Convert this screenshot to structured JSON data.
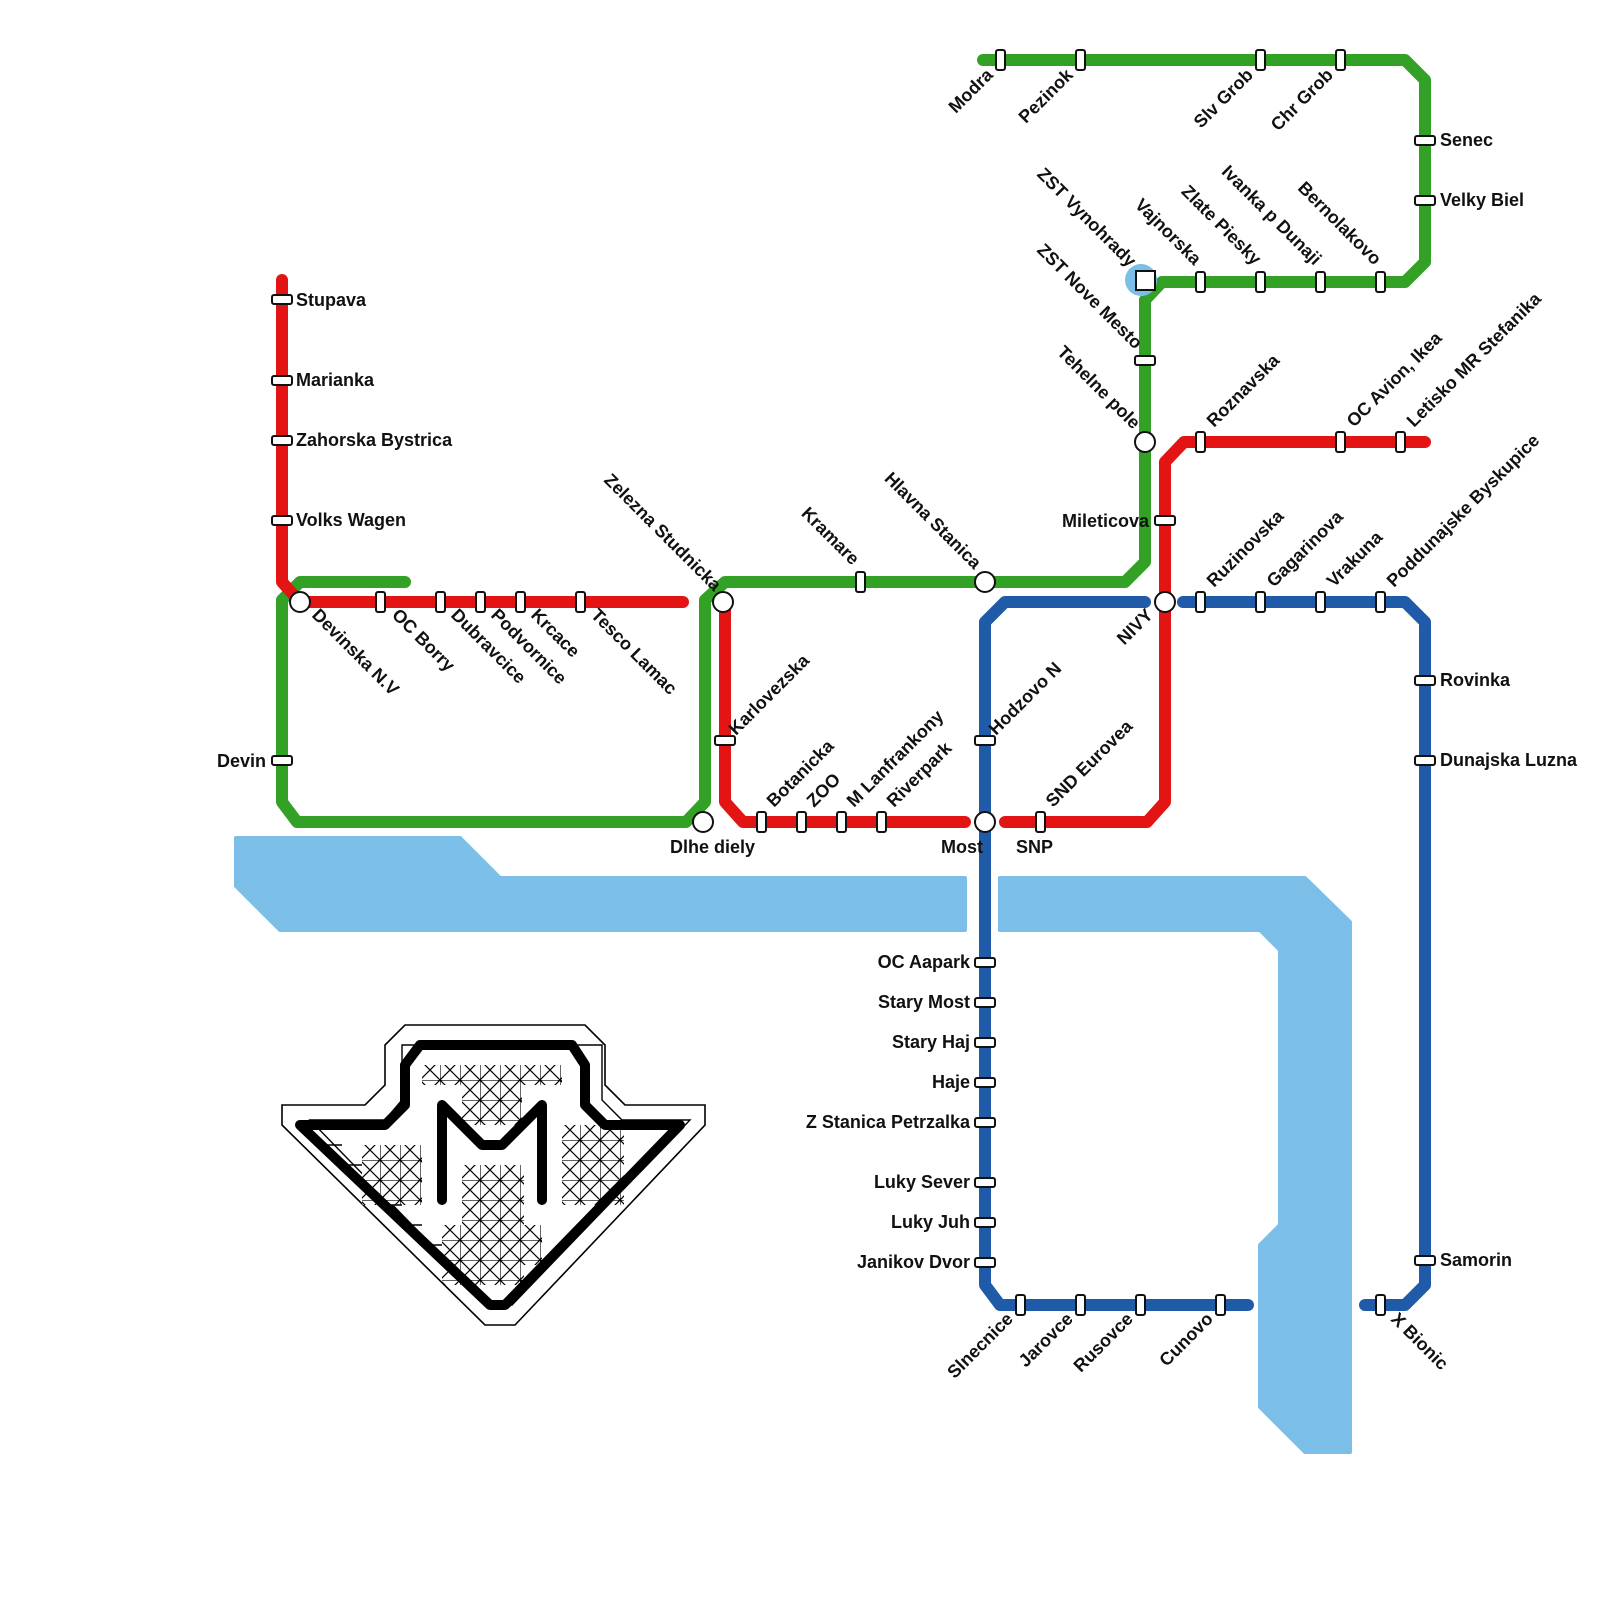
{
  "colors": {
    "red_line": "#e31414",
    "green_line": "#33a125",
    "blue_line": "#1f5ba8",
    "river": "#7bbfe8",
    "logo": "#000000"
  },
  "lines": [
    {
      "id": "red",
      "color": "#e31414"
    },
    {
      "id": "green",
      "color": "#33a125"
    },
    {
      "id": "blue",
      "color": "#1f5ba8"
    }
  ],
  "stations": {
    "stupava": "Stupava",
    "marianka": "Marianka",
    "zahorska_bystrica": "Zahorska Bystrica",
    "volks_wagen": "Volks Wagen",
    "devinska_nv": "Devinska N.V",
    "oc_borry": "OC Borry",
    "dubravcice": "Dubravcice",
    "podvornice": "Podvornice",
    "krcace": "Krcace",
    "tesco_lamac": "Tesco Lamac",
    "devin": "Devin",
    "zelezna_studnicka": "Zelezna Studnicka",
    "karlovezska": "Karlovezska",
    "dlhe_diely": "Dlhe diely",
    "botanicka": "Botanicka",
    "zoo": "ZOO",
    "m_lanfrankony": "M Lanfrankony",
    "riverpark": "Riverpark",
    "kramare": "Kramare",
    "hlavna_stanica": "Hlavna Stanica",
    "most": "Most",
    "snp": "SNP",
    "snd_eurovea": "SND Eurovea",
    "hodzovo_n": "Hodzovo N",
    "nivy": "NIVY",
    "mileticova": "Mileticova",
    "tehelne_pole": "Tehelne pole",
    "zst_nove_mesto": "ZST Nove Mesto",
    "zst_vynohrady": "ZST Vynohrady",
    "vajnorska": "Vajnorska",
    "zlate_piesky": "Zlate Piesky",
    "ivanka_p_dunaji": "Ivanka p Dunaji",
    "bernolakovo": "Bernolakovo",
    "senec": "Senec",
    "velky_biel": "Velky Biel",
    "modra": "Modra",
    "pezinok": "Pezinok",
    "slv_grob": "Slv Grob",
    "chr_grob": "Chr Grob",
    "roznavska": "Roznavska",
    "oc_avion_ikea": "OC Avion, Ikea",
    "letisko_mr_stefanika": "Letisko MR Stefanika",
    "ruzinovska": "Ruzinovska",
    "gagarinova": "Gagarinova",
    "vrakuna": "Vrakuna",
    "poddunajske_byskupice": "Poddunajske Byskupice",
    "rovinka": "Rovinka",
    "dunajska_luzna": "Dunajska Luzna",
    "samorin": "Samorin",
    "x_bionic": "X Bionic",
    "oc_aapark": "OC Aapark",
    "stary_most": "Stary Most",
    "stary_haj": "Stary Haj",
    "haje": "Haje",
    "z_stanica_petrzalka": "Z Stanica Petrzalka",
    "luky_sever": "Luky Sever",
    "luky_juh": "Luky Juh",
    "janikov_dvor": "Janikov Dvor",
    "slnecnice": "Slnecnice",
    "jarovce": "Jarovce",
    "rusovce": "Rusovce",
    "cunovo": "Cunovo"
  },
  "logo": {
    "icon": "metro-m-logo"
  }
}
